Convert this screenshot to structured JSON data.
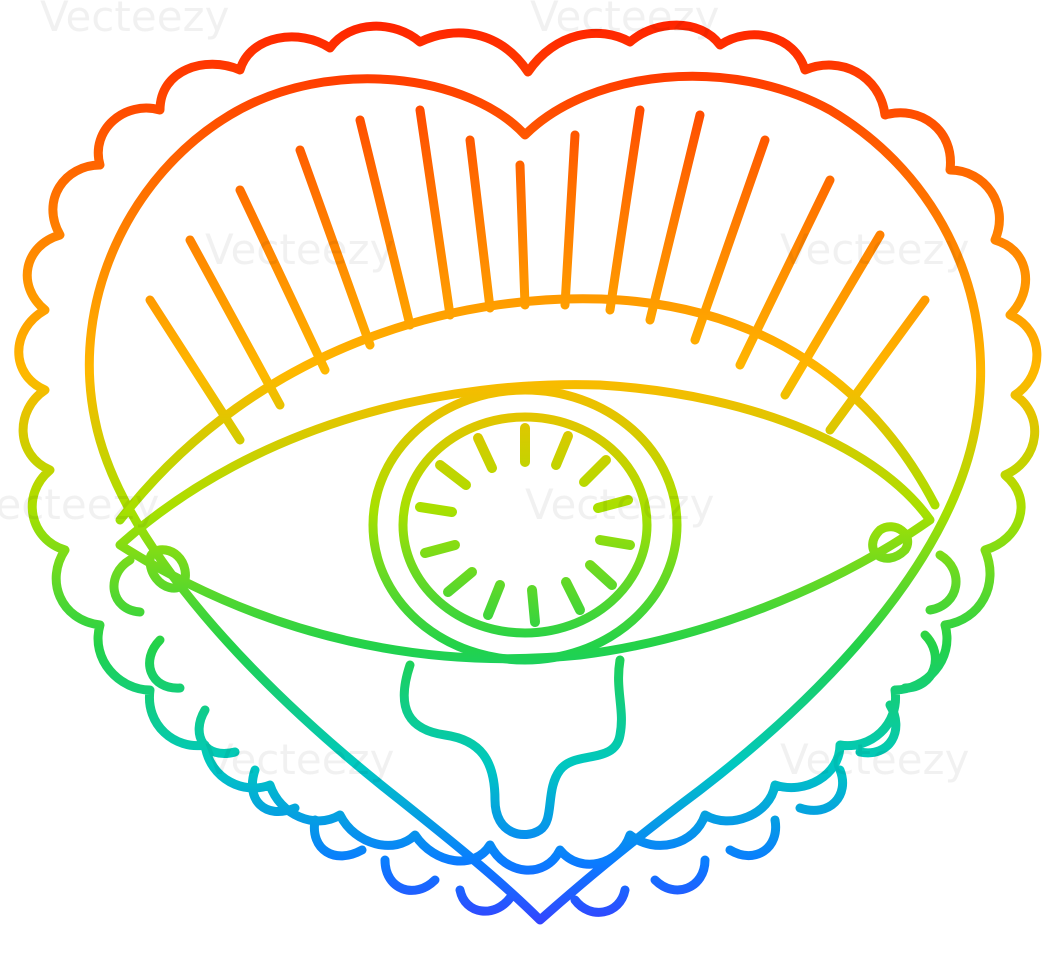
{
  "artwork": {
    "subject": "heart-eye-tattoo",
    "style": "rainbow-gradient-line-art",
    "gradient_colors": [
      "#ff0000",
      "#ff7a00",
      "#ffd000",
      "#7ddb00",
      "#00d08a",
      "#0090ff",
      "#5a00ff"
    ]
  },
  "watermark": {
    "text": "Vecteezy"
  }
}
